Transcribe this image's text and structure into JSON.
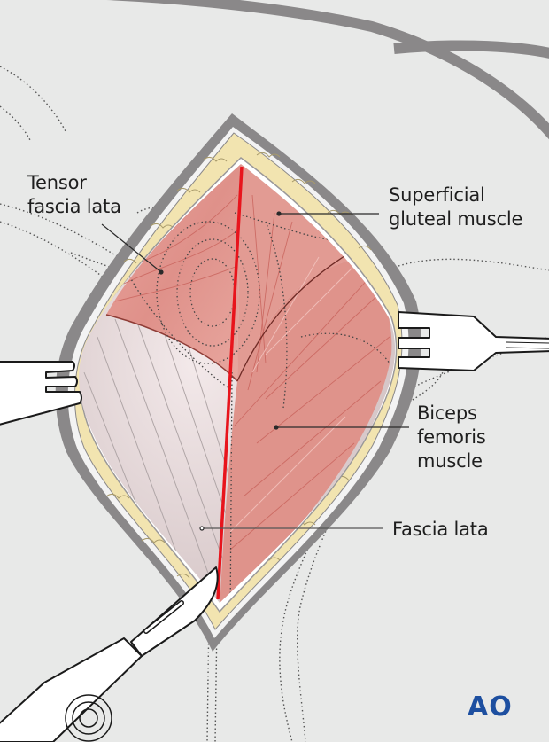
{
  "figure": {
    "type": "surgical-illustration",
    "description": "Posterolateral approach: incision of fascia lata between tensor fascia lata and biceps femoris"
  },
  "labels": {
    "tensor_fascia_lata": "Tensor\nfascia lata",
    "superficial_gluteal": "Superficial\ngluteal muscle",
    "biceps_femoris": "Biceps\nfemoris\nmuscle",
    "fascia_lata": "Fascia lata"
  },
  "logo": {
    "text": "AO",
    "color": "#1d4fa0"
  },
  "colors": {
    "background": "#e8e9e8",
    "outline": "#8a8889",
    "skin_fat": "#f2e4b0",
    "muscle": "#e09a92",
    "fascia": "#e6d6d6",
    "incision": "#e8141c",
    "instrument": "#ffffff"
  },
  "instruments": [
    "left-retractor",
    "right-retractor",
    "scalpel"
  ]
}
